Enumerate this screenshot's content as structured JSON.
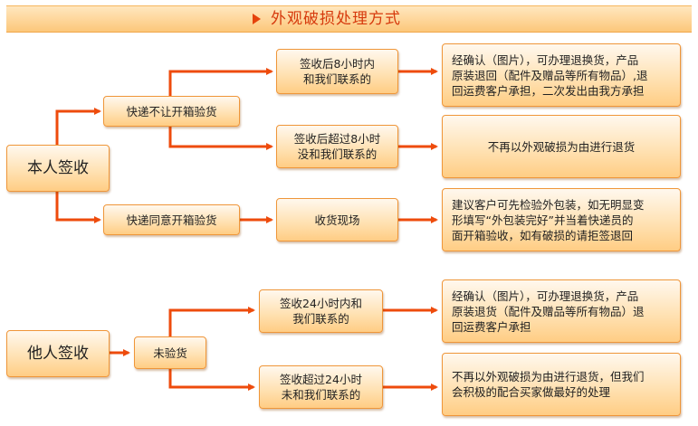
{
  "header": {
    "title": "外观破损处理方式"
  },
  "self_sign": {
    "label": "本人签收",
    "branch_no_open": {
      "label": "快递不让开箱验货",
      "within_8h": {
        "label": "签收后8小时内\n和我们联系的",
        "result": "经确认（图片），可办理退换货，产品\n原装退回（配件及赠品等所有物品）,退\n回运费客户承担，二次发出由我方承担"
      },
      "over_8h": {
        "label": "签收后超过8小时\n没和我们联系的",
        "result": "不再以外观破损为由进行退货"
      }
    },
    "branch_open": {
      "label": "快递同意开箱验货",
      "step": "收货现场",
      "result": "建议客户可先检验外包装，如无明显变\n形填写“外包装完好”并当着快递员的\n面开箱验收，如有破损的请拒签退回"
    }
  },
  "other_sign": {
    "label": "他人签收",
    "branch": {
      "label": "未验货",
      "within_24h": {
        "label": "签收24小时内和\n我们联系的",
        "result": "经确认（图片），可办理退换货，产品\n原装退货（配件及赠品等所有物品）退\n回运费客户承担"
      },
      "over_24h": {
        "label": "签收超过24小时\n未和我们联系的",
        "result": "不再以外观破损为由进行退货，但我们\n会积极的配合买家做最好的处理"
      }
    }
  },
  "colors": {
    "arrow": "#ee4b0c",
    "title": "#d63a0d",
    "box_border": "#ef9639"
  }
}
